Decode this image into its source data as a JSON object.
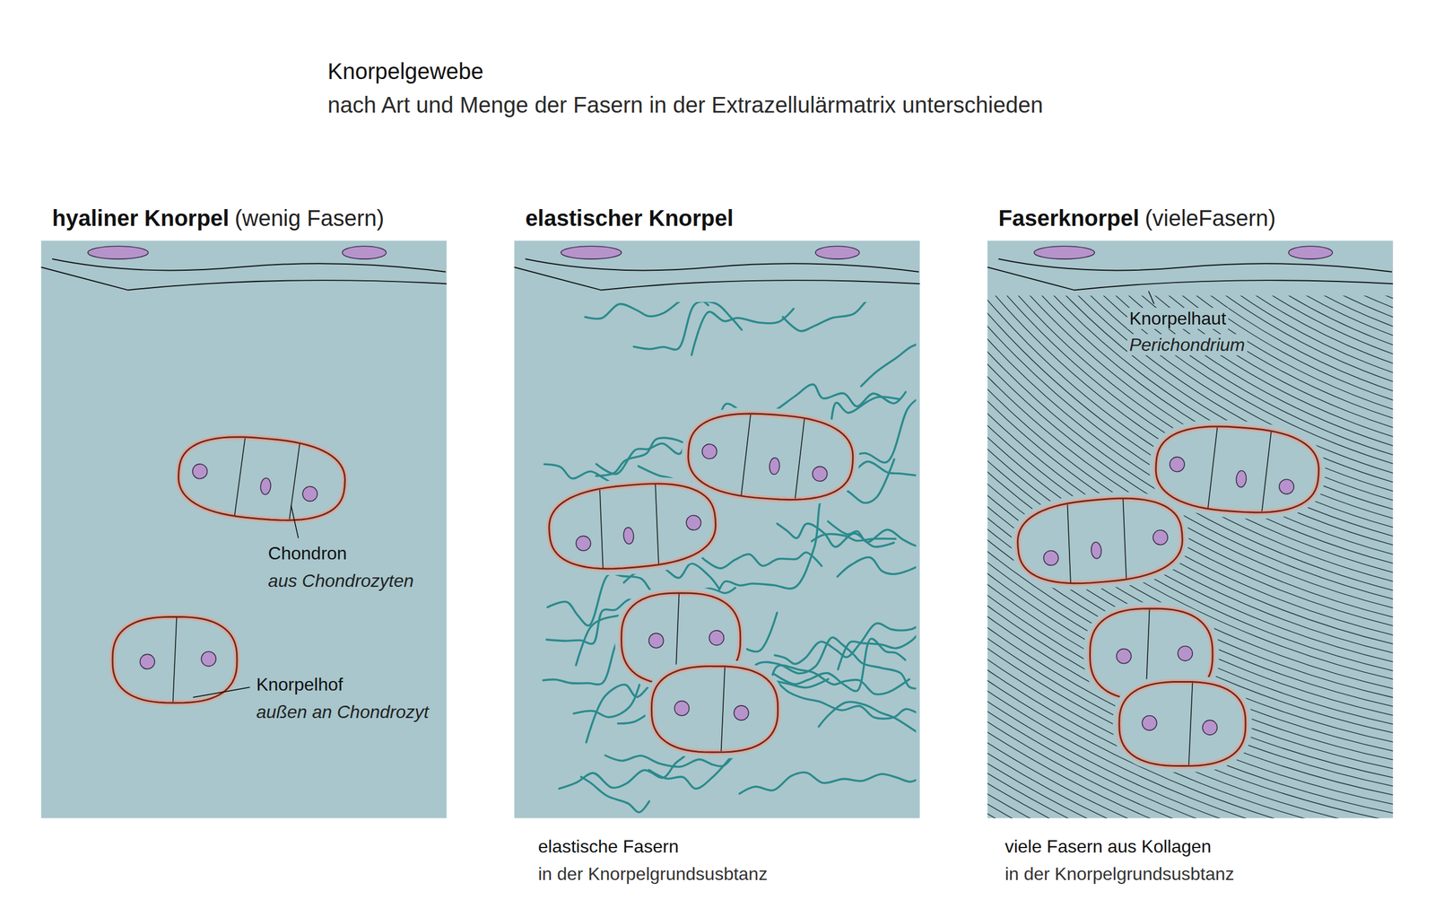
{
  "diagram": {
    "title": "Knorpelgewebe",
    "nodes": [
      {
        "text": [
          "hyaliner Knorpel",
          "(wenig Fasern)"
        ]
      },
      {
        "text": [
          "elastischer Knorpel"
        ]
      },
      {
        "text": [
          "Faserknorpel",
          "(vieleFasern)"
        ]
      }
    ],
    "labels": [
      "nach Art und Menge der Fasern in der Extrazellulärmatrix unterschieden",
      "Chondron",
      "aus Chondrozyten",
      "Knorpelhof",
      "außen an Chondrozyt",
      "Knorpelhaut",
      "Perichondrium",
      "elastische Fasern",
      "in der Knorpelgrundsusbtanz",
      "viele Fasern aus Kollagen",
      "in der Knorpelgrundsusbtanz"
    ]
  }
}
